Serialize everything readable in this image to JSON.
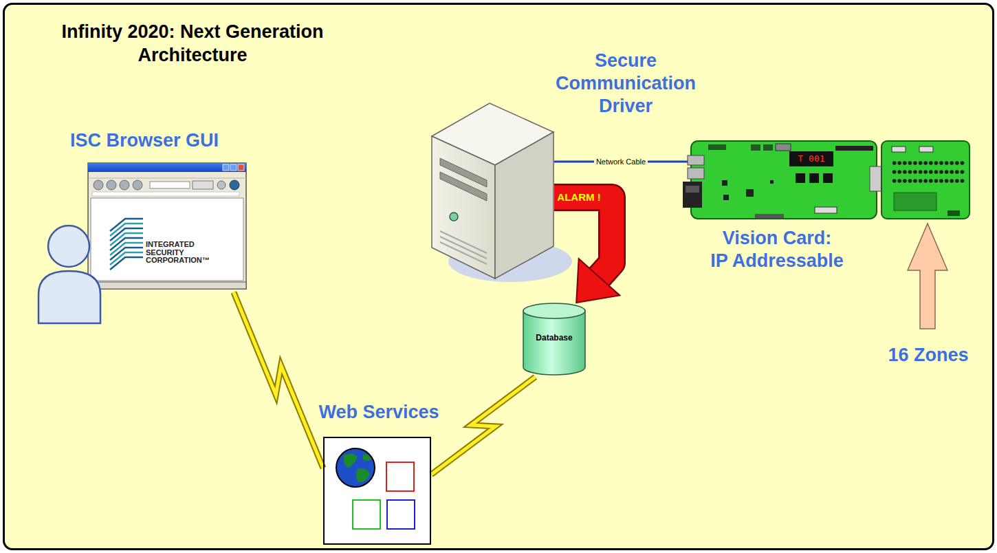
{
  "diagram": {
    "title": "Infinity 2020: Next Generation Architecture",
    "nodes": [
      {
        "text": [
          "ISC Browser GUI",
          "INTEGRATED SECURITY CORPORATION™"
        ]
      },
      {
        "text": [
          "Secure Communication Driver"
        ]
      },
      {
        "text": [
          "T 001",
          "Vision Card: IP Addressable"
        ]
      },
      {
        "text": [
          "Database"
        ]
      },
      {
        "text": [
          "Web Services"
        ]
      }
    ],
    "edges": [
      {
        "from": 1,
        "to": 2,
        "label": "Network Cable",
        "arrow": "none"
      },
      {
        "from": 1,
        "to": 3,
        "label": "ALARM !",
        "arrow": "to"
      },
      {
        "from": 0,
        "to": 4,
        "arrow": "none"
      },
      {
        "from": 3,
        "to": 4,
        "arrow": "none"
      }
    ],
    "labels": [
      "16 Zones"
    ]
  }
}
